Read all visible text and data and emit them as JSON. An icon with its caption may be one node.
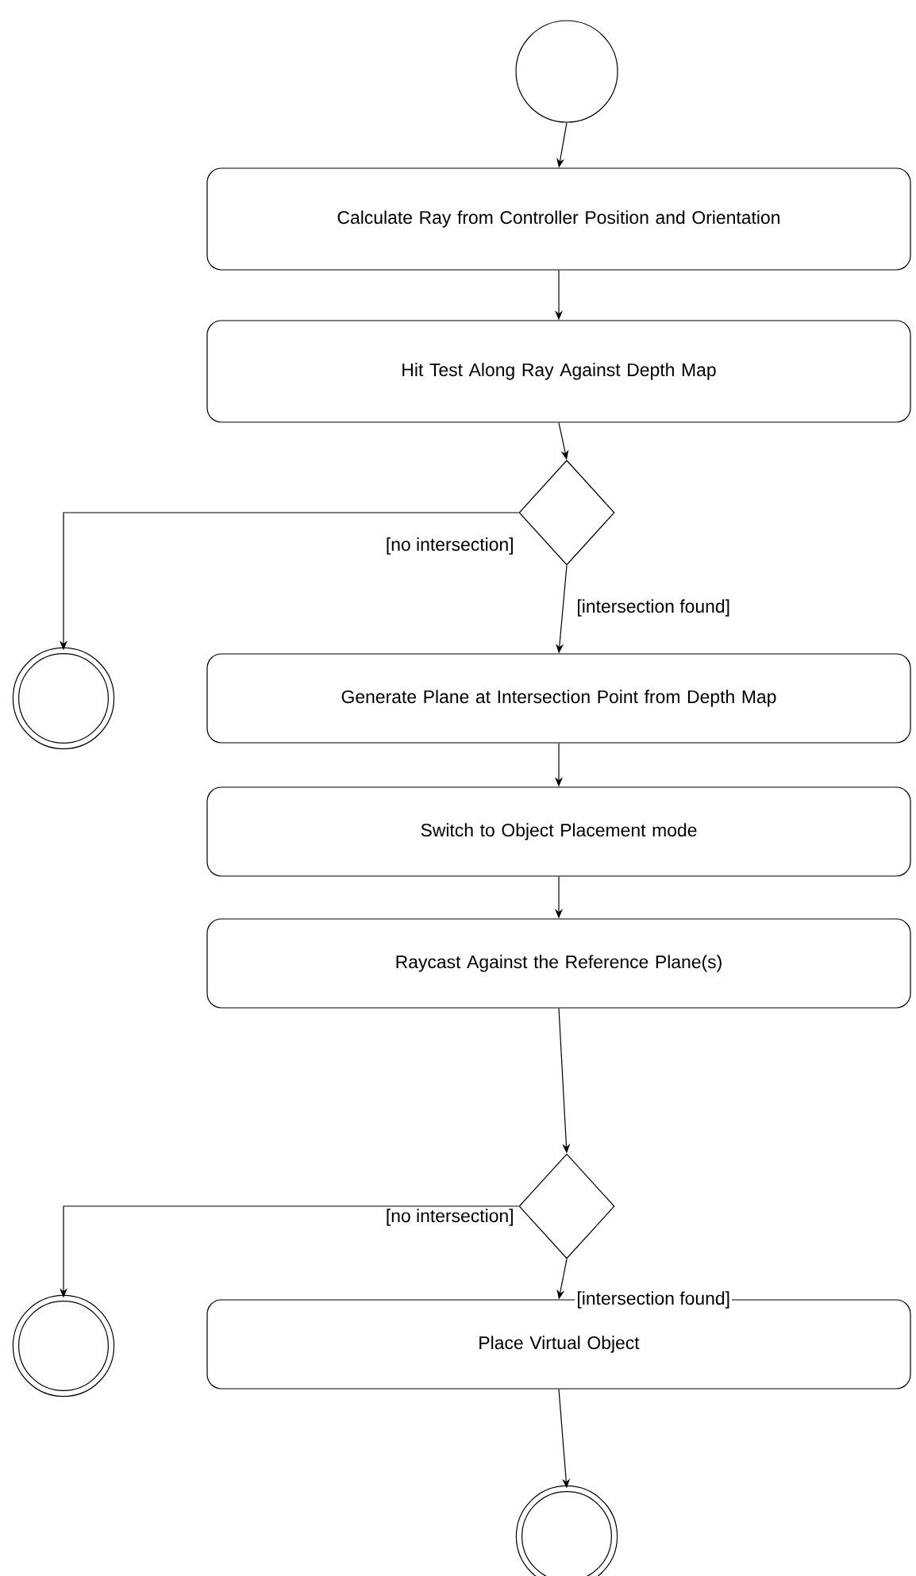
{
  "diagram": {
    "nodes": [
      {
        "text": [],
        "shape": "circle"
      },
      {
        "text": [
          "Calculate Ray from Controller Position and Orientation"
        ]
      },
      {
        "text": [
          "Hit Test Along Ray Against Depth Map"
        ]
      },
      {
        "text": [],
        "shape": "diamond"
      },
      {
        "text": [],
        "shape": "ring"
      },
      {
        "text": [
          "Generate Plane at Intersection Point from Depth Map"
        ]
      },
      {
        "text": [
          "Switch to Object Placement mode"
        ]
      },
      {
        "text": [
          "Raycast Against the Reference Plane(s)"
        ]
      },
      {
        "text": [],
        "shape": "diamond"
      },
      {
        "text": [],
        "shape": "ring"
      },
      {
        "text": [
          "Place Virtual Object"
        ]
      },
      {
        "text": [],
        "shape": "ring"
      }
    ],
    "edges": [
      {
        "from": 0,
        "to": 1,
        "arrow": "to"
      },
      {
        "from": 1,
        "to": 2,
        "arrow": "to"
      },
      {
        "from": 2,
        "to": 3,
        "arrow": "to"
      },
      {
        "from": 3,
        "to": 4,
        "arrow": "to",
        "label": "[no intersection]"
      },
      {
        "from": 3,
        "to": 5,
        "arrow": "to",
        "label": "[intersection found]"
      },
      {
        "from": 5,
        "to": 6,
        "arrow": "to"
      },
      {
        "from": 6,
        "to": 7,
        "arrow": "to"
      },
      {
        "from": 7,
        "to": 8,
        "arrow": "to"
      },
      {
        "from": 8,
        "to": 9,
        "arrow": "to",
        "label": "[no intersection]"
      },
      {
        "from": 8,
        "to": 10,
        "arrow": "to",
        "label": "[intersection found]"
      },
      {
        "from": 10,
        "to": 11,
        "arrow": "to"
      }
    ]
  }
}
